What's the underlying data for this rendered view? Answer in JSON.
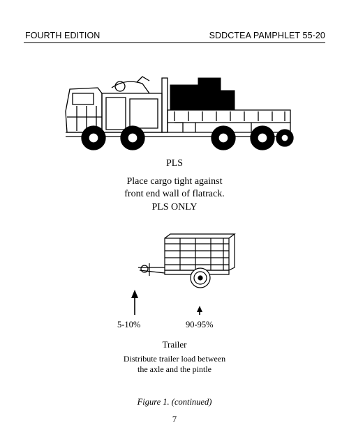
{
  "header": {
    "left": "FOURTH EDITION",
    "right": "SDDCTEA PAMPHLET 55-20"
  },
  "pls": {
    "title": "PLS",
    "note_line1": "Place cargo tight against",
    "note_line2": "front end wall of flatrack.",
    "only": "PLS ONLY"
  },
  "trailer": {
    "left_percent": "5-10%",
    "right_percent": "90-95%",
    "title": "Trailer",
    "note_line1": "Distribute trailer load between",
    "note_line2": "the axle and the pintle"
  },
  "caption": "Figure 1. (continued)",
  "page_number": "7"
}
